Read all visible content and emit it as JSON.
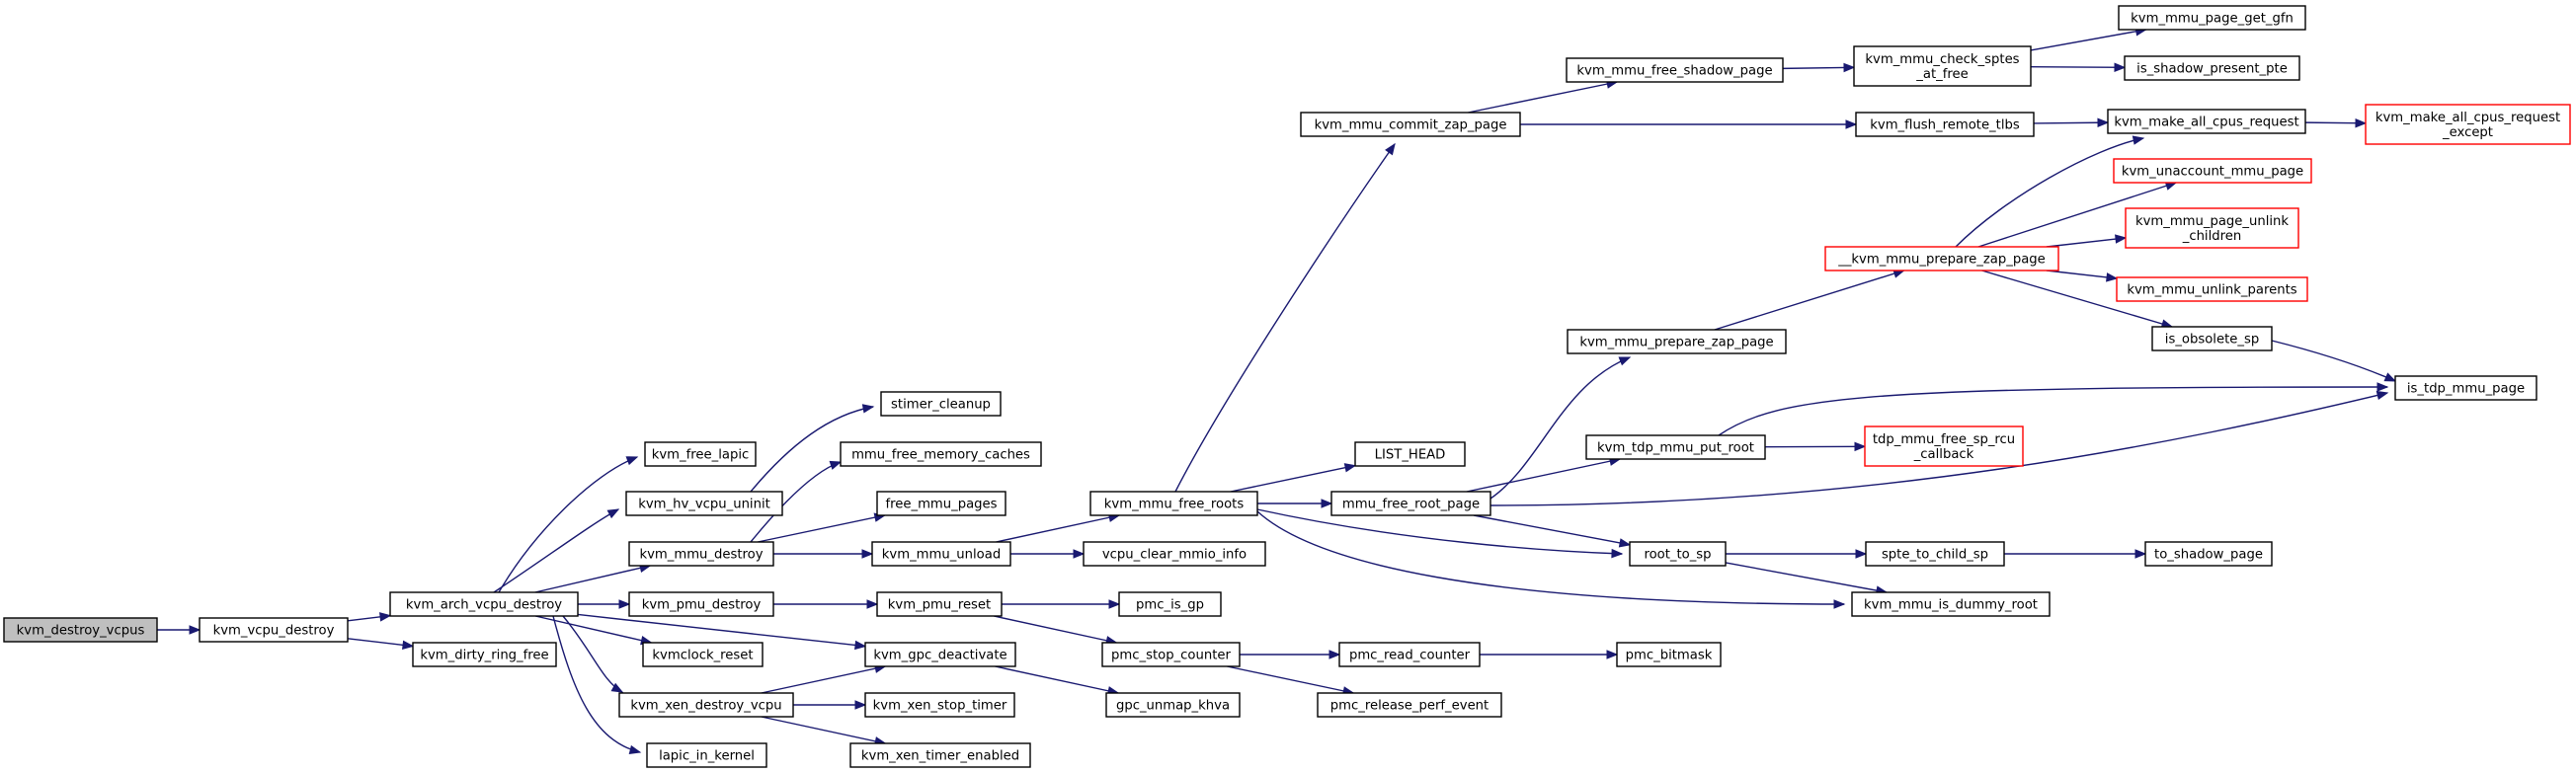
{
  "colors": {
    "edge": "#191970",
    "root_fill": "#bfbfbf",
    "root_border": "#000000",
    "normal_border": "#000000",
    "truncated_border": "#ff0000",
    "node_fill": "#ffffff"
  },
  "graph": {
    "root": "kvm_destroy_vcpus",
    "nodes": [
      {
        "id": "kvm_destroy_vcpus",
        "lines": [
          "kvm_destroy_vcpus"
        ],
        "kind": "root"
      },
      {
        "id": "kvm_vcpu_destroy",
        "lines": [
          "kvm_vcpu_destroy"
        ],
        "kind": "normal"
      },
      {
        "id": "kvm_arch_vcpu_destroy",
        "lines": [
          "kvm_arch_vcpu_destroy"
        ],
        "kind": "normal"
      },
      {
        "id": "kvm_dirty_ring_free",
        "lines": [
          "kvm_dirty_ring_free"
        ],
        "kind": "normal"
      },
      {
        "id": "kvm_free_lapic",
        "lines": [
          "kvm_free_lapic"
        ],
        "kind": "normal"
      },
      {
        "id": "kvm_hv_vcpu_uninit",
        "lines": [
          "kvm_hv_vcpu_uninit"
        ],
        "kind": "normal"
      },
      {
        "id": "kvm_mmu_destroy",
        "lines": [
          "kvm_mmu_destroy"
        ],
        "kind": "normal"
      },
      {
        "id": "kvm_pmu_destroy",
        "lines": [
          "kvm_pmu_destroy"
        ],
        "kind": "normal"
      },
      {
        "id": "kvmclock_reset",
        "lines": [
          "kvmclock_reset"
        ],
        "kind": "normal"
      },
      {
        "id": "kvm_xen_destroy_vcpu",
        "lines": [
          "kvm_xen_destroy_vcpu"
        ],
        "kind": "normal"
      },
      {
        "id": "lapic_in_kernel",
        "lines": [
          "lapic_in_kernel"
        ],
        "kind": "normal"
      },
      {
        "id": "stimer_cleanup",
        "lines": [
          "stimer_cleanup"
        ],
        "kind": "normal"
      },
      {
        "id": "mmu_free_memory_caches",
        "lines": [
          "mmu_free_memory_caches"
        ],
        "kind": "normal"
      },
      {
        "id": "free_mmu_pages",
        "lines": [
          "free_mmu_pages"
        ],
        "kind": "normal"
      },
      {
        "id": "kvm_mmu_unload",
        "lines": [
          "kvm_mmu_unload"
        ],
        "kind": "normal"
      },
      {
        "id": "kvm_pmu_reset",
        "lines": [
          "kvm_pmu_reset"
        ],
        "kind": "normal"
      },
      {
        "id": "kvm_gpc_deactivate",
        "lines": [
          "kvm_gpc_deactivate"
        ],
        "kind": "normal"
      },
      {
        "id": "kvm_xen_stop_timer",
        "lines": [
          "kvm_xen_stop_timer"
        ],
        "kind": "normal"
      },
      {
        "id": "kvm_xen_timer_enabled",
        "lines": [
          "kvm_xen_timer_enabled"
        ],
        "kind": "normal"
      },
      {
        "id": "kvm_mmu_free_roots",
        "lines": [
          "kvm_mmu_free_roots"
        ],
        "kind": "normal"
      },
      {
        "id": "vcpu_clear_mmio_info",
        "lines": [
          "vcpu_clear_mmio_info"
        ],
        "kind": "normal"
      },
      {
        "id": "pmc_is_gp",
        "lines": [
          "pmc_is_gp"
        ],
        "kind": "normal"
      },
      {
        "id": "pmc_stop_counter",
        "lines": [
          "pmc_stop_counter"
        ],
        "kind": "normal"
      },
      {
        "id": "gpc_unmap_khva",
        "lines": [
          "gpc_unmap_khva"
        ],
        "kind": "normal"
      },
      {
        "id": "kvm_mmu_commit_zap_page",
        "lines": [
          "kvm_mmu_commit_zap_page"
        ],
        "kind": "normal"
      },
      {
        "id": "LIST_HEAD",
        "lines": [
          "LIST_HEAD"
        ],
        "kind": "normal"
      },
      {
        "id": "mmu_free_root_page",
        "lines": [
          "mmu_free_root_page"
        ],
        "kind": "normal"
      },
      {
        "id": "root_to_sp",
        "lines": [
          "root_to_sp"
        ],
        "kind": "normal"
      },
      {
        "id": "kvm_mmu_is_dummy_root",
        "lines": [
          "kvm_mmu_is_dummy_root"
        ],
        "kind": "normal"
      },
      {
        "id": "pmc_read_counter",
        "lines": [
          "pmc_read_counter"
        ],
        "kind": "normal"
      },
      {
        "id": "pmc_release_perf_event",
        "lines": [
          "pmc_release_perf_event"
        ],
        "kind": "normal"
      },
      {
        "id": "pmc_bitmask",
        "lines": [
          "pmc_bitmask"
        ],
        "kind": "normal"
      },
      {
        "id": "kvm_mmu_free_shadow_page",
        "lines": [
          "kvm_mmu_free_shadow_page"
        ],
        "kind": "normal"
      },
      {
        "id": "kvm_flush_remote_tlbs",
        "lines": [
          "kvm_flush_remote_tlbs"
        ],
        "kind": "normal"
      },
      {
        "id": "kvm_mmu_prepare_zap_page",
        "lines": [
          "kvm_mmu_prepare_zap_page"
        ],
        "kind": "normal"
      },
      {
        "id": "kvm_tdp_mmu_put_root",
        "lines": [
          "kvm_tdp_mmu_put_root"
        ],
        "kind": "normal"
      },
      {
        "id": "is_tdp_mmu_page",
        "lines": [
          "is_tdp_mmu_page"
        ],
        "kind": "normal"
      },
      {
        "id": "spte_to_child_sp",
        "lines": [
          "spte_to_child_sp"
        ],
        "kind": "normal"
      },
      {
        "id": "to_shadow_page",
        "lines": [
          "to_shadow_page"
        ],
        "kind": "normal"
      },
      {
        "id": "kvm_mmu_check_sptes_at_free",
        "lines": [
          "kvm_mmu_check_sptes",
          "_at_free"
        ],
        "kind": "normal"
      },
      {
        "id": "kvm_make_all_cpus_request",
        "lines": [
          "kvm_make_all_cpus_request"
        ],
        "kind": "normal"
      },
      {
        "id": "__kvm_mmu_prepare_zap_page",
        "lines": [
          "__kvm_mmu_prepare_zap_page"
        ],
        "kind": "truncated"
      },
      {
        "id": "tdp_mmu_free_sp_rcu_callback",
        "lines": [
          "tdp_mmu_free_sp_rcu",
          "_callback"
        ],
        "kind": "truncated"
      },
      {
        "id": "kvm_mmu_page_get_gfn",
        "lines": [
          "kvm_mmu_page_get_gfn"
        ],
        "kind": "normal"
      },
      {
        "id": "is_shadow_present_pte",
        "lines": [
          "is_shadow_present_pte"
        ],
        "kind": "normal"
      },
      {
        "id": "kvm_make_all_cpus_request_except",
        "lines": [
          "kvm_make_all_cpus_request",
          "_except"
        ],
        "kind": "truncated"
      },
      {
        "id": "kvm_unaccount_mmu_page",
        "lines": [
          "kvm_unaccount_mmu_page"
        ],
        "kind": "truncated"
      },
      {
        "id": "kvm_mmu_page_unlink_children",
        "lines": [
          "kvm_mmu_page_unlink",
          "_children"
        ],
        "kind": "truncated"
      },
      {
        "id": "kvm_mmu_unlink_parents",
        "lines": [
          "kvm_mmu_unlink_parents"
        ],
        "kind": "truncated"
      },
      {
        "id": "is_obsolete_sp",
        "lines": [
          "is_obsolete_sp"
        ],
        "kind": "normal"
      }
    ],
    "edges": [
      [
        "kvm_destroy_vcpus",
        "kvm_vcpu_destroy"
      ],
      [
        "kvm_vcpu_destroy",
        "kvm_arch_vcpu_destroy"
      ],
      [
        "kvm_vcpu_destroy",
        "kvm_dirty_ring_free"
      ],
      [
        "kvm_arch_vcpu_destroy",
        "kvm_free_lapic"
      ],
      [
        "kvm_arch_vcpu_destroy",
        "kvm_hv_vcpu_uninit"
      ],
      [
        "kvm_arch_vcpu_destroy",
        "kvm_mmu_destroy"
      ],
      [
        "kvm_arch_vcpu_destroy",
        "kvm_pmu_destroy"
      ],
      [
        "kvm_arch_vcpu_destroy",
        "kvmclock_reset"
      ],
      [
        "kvm_arch_vcpu_destroy",
        "kvm_xen_destroy_vcpu"
      ],
      [
        "kvm_arch_vcpu_destroy",
        "lapic_in_kernel"
      ],
      [
        "kvm_arch_vcpu_destroy",
        "kvm_gpc_deactivate"
      ],
      [
        "kvm_hv_vcpu_uninit",
        "stimer_cleanup"
      ],
      [
        "kvm_mmu_destroy",
        "mmu_free_memory_caches"
      ],
      [
        "kvm_mmu_destroy",
        "free_mmu_pages"
      ],
      [
        "kvm_mmu_destroy",
        "kvm_mmu_unload"
      ],
      [
        "kvm_pmu_destroy",
        "kvm_pmu_reset"
      ],
      [
        "kvm_xen_destroy_vcpu",
        "kvm_gpc_deactivate"
      ],
      [
        "kvm_xen_destroy_vcpu",
        "kvm_xen_stop_timer"
      ],
      [
        "kvm_xen_destroy_vcpu",
        "kvm_xen_timer_enabled"
      ],
      [
        "kvm_mmu_unload",
        "kvm_mmu_free_roots"
      ],
      [
        "kvm_mmu_unload",
        "vcpu_clear_mmio_info"
      ],
      [
        "kvm_pmu_reset",
        "pmc_is_gp"
      ],
      [
        "kvm_pmu_reset",
        "pmc_stop_counter"
      ],
      [
        "kvm_gpc_deactivate",
        "gpc_unmap_khva"
      ],
      [
        "kvm_mmu_free_roots",
        "kvm_mmu_commit_zap_page"
      ],
      [
        "kvm_mmu_free_roots",
        "LIST_HEAD"
      ],
      [
        "kvm_mmu_free_roots",
        "mmu_free_root_page"
      ],
      [
        "kvm_mmu_free_roots",
        "root_to_sp"
      ],
      [
        "kvm_mmu_free_roots",
        "kvm_mmu_is_dummy_root"
      ],
      [
        "pmc_stop_counter",
        "pmc_read_counter"
      ],
      [
        "pmc_stop_counter",
        "pmc_release_perf_event"
      ],
      [
        "pmc_read_counter",
        "pmc_bitmask"
      ],
      [
        "kvm_mmu_commit_zap_page",
        "kvm_mmu_free_shadow_page"
      ],
      [
        "kvm_mmu_commit_zap_page",
        "kvm_flush_remote_tlbs"
      ],
      [
        "mmu_free_root_page",
        "kvm_mmu_prepare_zap_page"
      ],
      [
        "mmu_free_root_page",
        "kvm_tdp_mmu_put_root"
      ],
      [
        "mmu_free_root_page",
        "is_tdp_mmu_page"
      ],
      [
        "mmu_free_root_page",
        "root_to_sp"
      ],
      [
        "root_to_sp",
        "spte_to_child_sp"
      ],
      [
        "root_to_sp",
        "kvm_mmu_is_dummy_root"
      ],
      [
        "spte_to_child_sp",
        "to_shadow_page"
      ],
      [
        "kvm_mmu_free_shadow_page",
        "kvm_mmu_check_sptes_at_free"
      ],
      [
        "kvm_flush_remote_tlbs",
        "kvm_make_all_cpus_request"
      ],
      [
        "kvm_mmu_prepare_zap_page",
        "__kvm_mmu_prepare_zap_page"
      ],
      [
        "kvm_tdp_mmu_put_root",
        "is_tdp_mmu_page"
      ],
      [
        "kvm_tdp_mmu_put_root",
        "tdp_mmu_free_sp_rcu_callback"
      ],
      [
        "kvm_mmu_check_sptes_at_free",
        "kvm_mmu_page_get_gfn"
      ],
      [
        "kvm_mmu_check_sptes_at_free",
        "is_shadow_present_pte"
      ],
      [
        "kvm_make_all_cpus_request",
        "kvm_make_all_cpus_request_except"
      ],
      [
        "__kvm_mmu_prepare_zap_page",
        "kvm_make_all_cpus_request"
      ],
      [
        "__kvm_mmu_prepare_zap_page",
        "kvm_unaccount_mmu_page"
      ],
      [
        "__kvm_mmu_prepare_zap_page",
        "kvm_mmu_page_unlink_children"
      ],
      [
        "__kvm_mmu_prepare_zap_page",
        "kvm_mmu_unlink_parents"
      ],
      [
        "__kvm_mmu_prepare_zap_page",
        "is_obsolete_sp"
      ],
      [
        "is_obsolete_sp",
        "is_tdp_mmu_page"
      ]
    ]
  }
}
